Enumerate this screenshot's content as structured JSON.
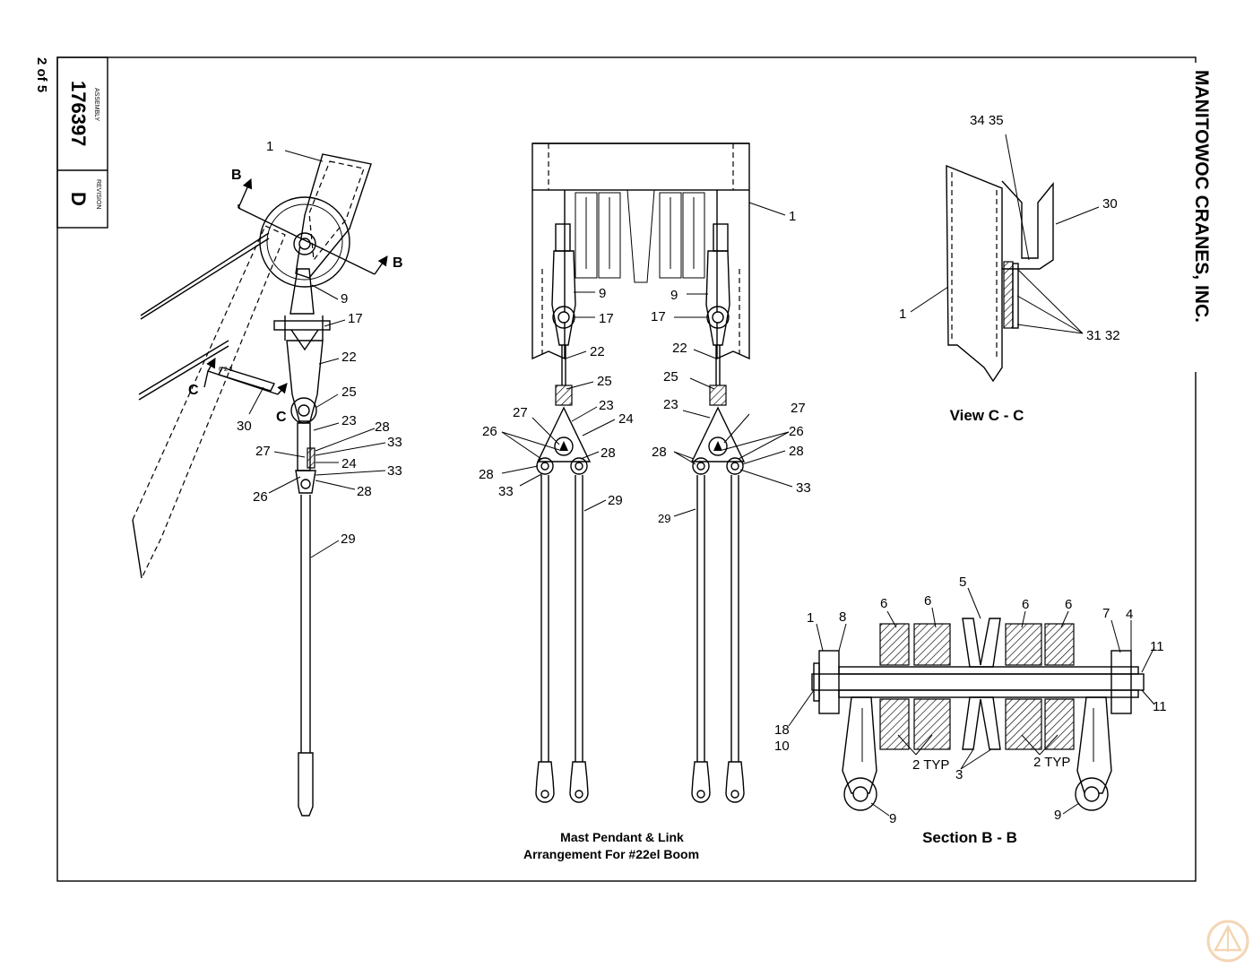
{
  "title_block": {
    "sheet": "2 of 5",
    "assembly_label": "ASSEMBLY",
    "assembly_number": "176397",
    "revision_label": "REVISION",
    "revision": "D",
    "company": "MANITOWOC CRANES, INC."
  },
  "views": {
    "main_caption_1": "Mast Pendant & Link",
    "main_caption_2": "Arrangement For #22el Boom",
    "view_cc_caption": "View C - C",
    "section_bb_caption": "Section B - B"
  },
  "section_markers": {
    "b": "B",
    "c": "C"
  },
  "callouts": {
    "left": [
      "1",
      "9",
      "17",
      "22",
      "25",
      "23",
      "28",
      "33",
      "27",
      "24",
      "33",
      "26",
      "28",
      "29",
      "30"
    ],
    "middle": [
      "1",
      "9",
      "9",
      "17",
      "17",
      "22",
      "22",
      "25",
      "25",
      "23",
      "23",
      "27",
      "24",
      "27",
      "26",
      "26",
      "28",
      "28",
      "28",
      "28",
      "33",
      "33",
      "29",
      "29"
    ],
    "view_cc": [
      "34 35",
      "30",
      "1",
      "31 32"
    ],
    "section_bb": [
      "5",
      "6",
      "6",
      "6",
      "6",
      "1",
      "8",
      "7",
      "4",
      "11",
      "11",
      "18",
      "10",
      "2 TYP",
      "3",
      "2 TYP",
      "9",
      "9"
    ]
  },
  "watermark": {
    "name": "watermark-logo-icon"
  }
}
